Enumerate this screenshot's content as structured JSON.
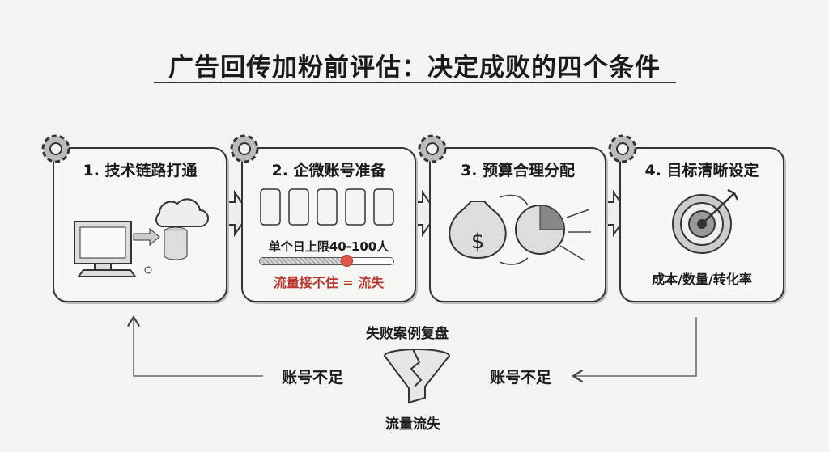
{
  "title": "广告回传加粉前评估：决定成败的四个条件",
  "steps": [
    {
      "title": "1. 技术链路打通"
    },
    {
      "title": "2. 企微账号准备",
      "limit_text": "单个日上限40-100人",
      "warning": "流量接不住 = 流失",
      "limit_progress": 0.65
    },
    {
      "title": "3. 预算合理分配"
    },
    {
      "title": "4. 目标清晰设定",
      "metrics": "成本/数量/转化率"
    }
  ],
  "feedback": {
    "title": "失败案例复盘",
    "left_label": "账号不足",
    "right_label": "账号不足",
    "bottom_label": "流量流失"
  },
  "colors": {
    "warning": "#b8362c",
    "accent": "#e0584a"
  }
}
